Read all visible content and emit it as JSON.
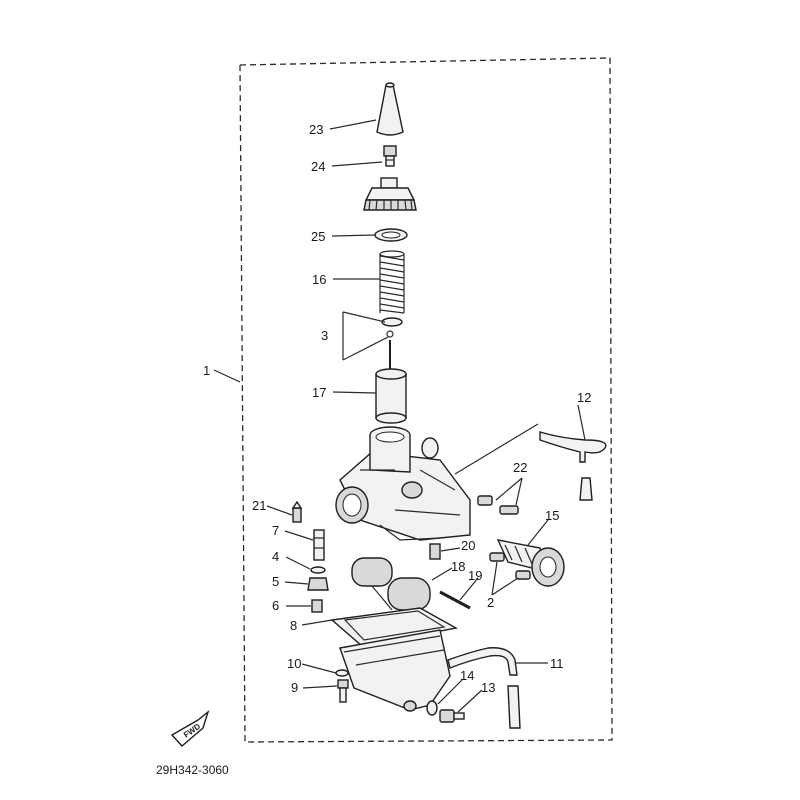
{
  "diagram": {
    "title": "",
    "drawing_code": "29H342-3060",
    "direction_marker": "FWD",
    "callouts": [
      {
        "id": "c1",
        "label": "1"
      },
      {
        "id": "c2",
        "label": "2"
      },
      {
        "id": "c3",
        "label": "3"
      },
      {
        "id": "c4",
        "label": "4"
      },
      {
        "id": "c5",
        "label": "5"
      },
      {
        "id": "c6",
        "label": "6"
      },
      {
        "id": "c7",
        "label": "7"
      },
      {
        "id": "c8",
        "label": "8"
      },
      {
        "id": "c9",
        "label": "9"
      },
      {
        "id": "c10",
        "label": "10"
      },
      {
        "id": "c11",
        "label": "11"
      },
      {
        "id": "c12",
        "label": "12"
      },
      {
        "id": "c13",
        "label": "13"
      },
      {
        "id": "c14",
        "label": "14"
      },
      {
        "id": "c15",
        "label": "15"
      },
      {
        "id": "c16",
        "label": "16"
      },
      {
        "id": "c17",
        "label": "17"
      },
      {
        "id": "c18",
        "label": "18"
      },
      {
        "id": "c19",
        "label": "19"
      },
      {
        "id": "c20",
        "label": "20"
      },
      {
        "id": "c21",
        "label": "21"
      },
      {
        "id": "c22",
        "label": "22"
      },
      {
        "id": "c23",
        "label": "23"
      },
      {
        "id": "c24",
        "label": "24"
      },
      {
        "id": "c25",
        "label": "25"
      }
    ]
  }
}
